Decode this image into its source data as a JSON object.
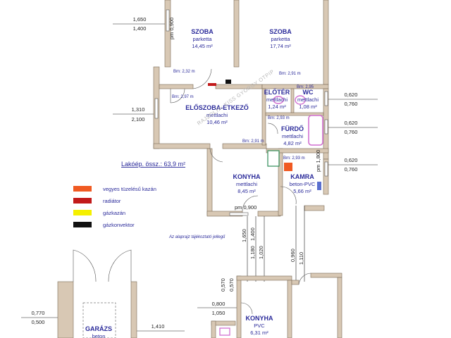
{
  "rooms": [
    {
      "name": "SZOBA",
      "material": "parketta",
      "area": "14,45 m²"
    },
    {
      "name": "SZOBA",
      "material": "parketta",
      "area": "17,74 m²"
    },
    {
      "name": "ELŐSZOBA-ÉTKEZŐ",
      "material": "mettlachi",
      "area": "10,46 m²"
    },
    {
      "name": "ELŐTÉR",
      "material": "mettlachi",
      "area": "1,24 m²"
    },
    {
      "name": "WC",
      "material": "mettlachi",
      "area": "1,08 m²"
    },
    {
      "name": "FÜRDŐ",
      "material": "mettlachi",
      "area": "4,82 m²"
    },
    {
      "name": "KONYHA",
      "material": "mettlachi",
      "area": "8,45 m²"
    },
    {
      "name": "KAMRA",
      "material": "beton-PVC",
      "area": "5,66 m²"
    },
    {
      "name": "KONYHA",
      "material": "PVC",
      "area": "6,31 m²"
    },
    {
      "name": "GARÁZS",
      "material": "beton",
      "area": ""
    }
  ],
  "bm_labels": [
    "Bm: 2,32 m",
    "Bm: 2,91 m",
    "Bm: 2,97 m",
    "Bm: 2,95",
    "Bm: 2,93 m",
    "Bm: 2,91 m",
    "Bm: 2,93 m"
  ],
  "dims_left": [
    {
      "top": "1,650",
      "bottom": "1,400"
    },
    {
      "top": "1,310",
      "bottom": "2,100"
    },
    {
      "top": "0,770",
      "bottom": "0,500"
    }
  ],
  "dims_right": [
    {
      "top": "0,620",
      "bottom": "0,760"
    },
    {
      "top": "0,620",
      "bottom": "0,760"
    },
    {
      "top": "0,620",
      "bottom": "0,760"
    }
  ],
  "dims_misc": {
    "pm_top": "pm 0,900",
    "pm_kitchen": "pm 0,900",
    "pm_kamra": "pm 1,800",
    "v_1650": "1,650",
    "v_1180": "1,180",
    "v_1400": "1,400",
    "v_1020": "1,020",
    "v_0960": "0,960",
    "v_1110": "1,110",
    "v_0570": "0,570",
    "v_0570b": "0,570",
    "h_0800": "0,800",
    "h_1050": "1,050",
    "h_1410": "1,410"
  },
  "total_label": "Lakóép. össz.: 63,9 m²",
  "note": "Az alaprajz tájékoztató jellegű",
  "watermark": "RAJZOLTA: KISS GYÖRGY OTPIP",
  "legend": [
    {
      "label": "vegyes tüzelésű kazán",
      "color": "#f05a22"
    },
    {
      "label": "radiátor",
      "color": "#c21a1a"
    },
    {
      "label": "gázkazán",
      "color": "#f5f000"
    },
    {
      "label": "gázkonvektor",
      "color": "#111111"
    }
  ],
  "colors": {
    "wall": "#d8c8b4",
    "text": "#2a2a9a",
    "fixture": "#d16fd1",
    "radiator": "#c21a1a",
    "stove": "#f05a22"
  }
}
